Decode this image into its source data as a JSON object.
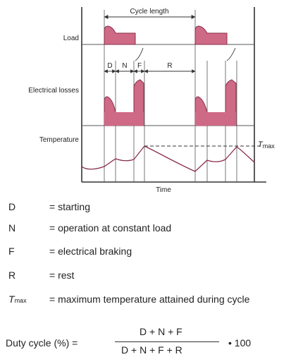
{
  "diagram": {
    "cycle_length_label": "Cycle length",
    "row_labels": {
      "load": "Load",
      "losses": "Electrical losses",
      "temperature": "Temperature"
    },
    "segment_labels": {
      "d": "D",
      "n": "N",
      "f": "F",
      "r": "R"
    },
    "tmax_symbol": "T",
    "tmax_subscript": "max",
    "x_axis_label": "Time",
    "colors": {
      "fill": "#cf6a86",
      "stroke": "#8a2e4a",
      "line": "#333333"
    }
  },
  "legend": [
    {
      "symbol": "D",
      "definition": "= starting"
    },
    {
      "symbol": "N",
      "definition": "= operation at constant load"
    },
    {
      "symbol": "F",
      "definition": "= electrical braking"
    },
    {
      "symbol": "R",
      "definition": "= rest"
    },
    {
      "symbol": "T",
      "subscript": "max",
      "definition": "= maximum temperature attained during cycle"
    }
  ],
  "formula": {
    "lhs": "Duty cycle (%) =",
    "numerator": "D + N + F",
    "denominator": "D + N + F + R",
    "multiplier": "• 100"
  }
}
